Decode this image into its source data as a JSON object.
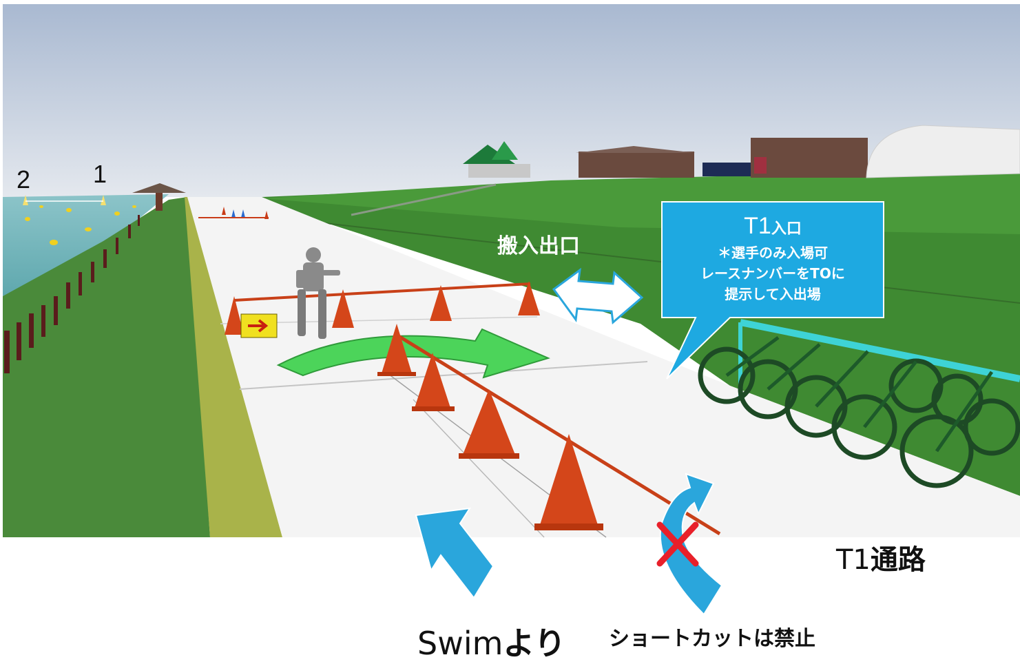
{
  "buoys": [
    "1",
    "2"
  ],
  "gate": {
    "label": "搬入出口"
  },
  "callout": {
    "title_main": "T1",
    "title_sub": "入口",
    "lines": [
      "＊選手のみ入場可",
      "レースナンバーをTOに",
      "提示して入出場"
    ],
    "color": "#1ea9e1"
  },
  "t1_path": {
    "prefix": "T1",
    "suffix": "通路"
  },
  "swim": {
    "prefix": "Swim",
    "suffix": "より"
  },
  "warning": {
    "text": "ショートカットは禁止"
  },
  "colors": {
    "arrow": "#2aa6dc",
    "cone": "#d4461a",
    "turn_arrow": "#4cd45a",
    "forbidden": "#e8202a",
    "bike": "#1d5a2a",
    "rack": "#3ed3d6"
  }
}
